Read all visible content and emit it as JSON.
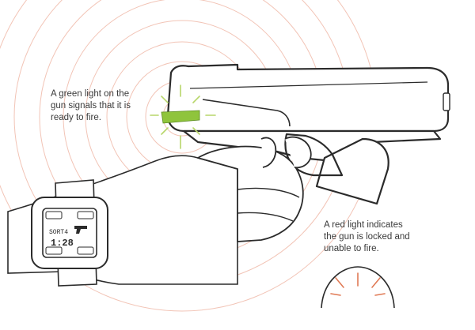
{
  "annotations": {
    "green_light": "A green light on the gun signals that it is ready to fire.",
    "red_light": "A red light indicates the gun is locked and unable to fire."
  },
  "watch_display": {
    "line1": "SORT4",
    "line2": "1:28"
  },
  "colors": {
    "green_light": "#8fc43c",
    "green_glow": "#b7d66a",
    "red_light": "#e07a55",
    "signal_rings": "#f2c4b6",
    "line_art": "#2b2b2b"
  }
}
